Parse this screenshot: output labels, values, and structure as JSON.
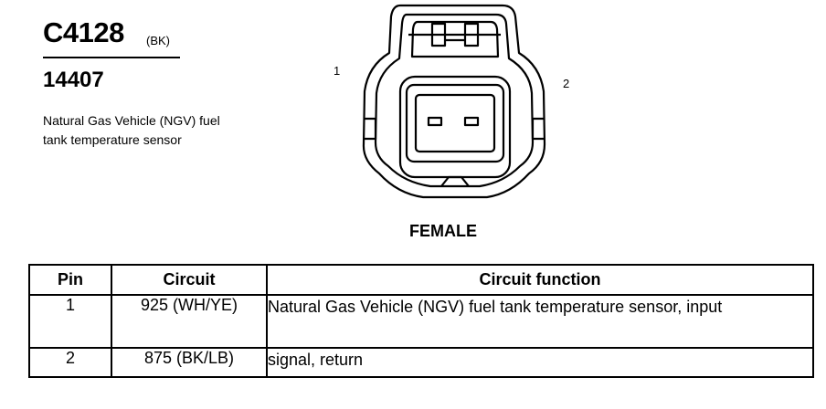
{
  "connector": {
    "code": "C4128",
    "color": "(BK)",
    "part_number": "14407",
    "description": "Natural Gas Vehicle (NGV) fuel tank temperature sensor",
    "gender": "FEMALE",
    "pin_labels": [
      "1",
      "2"
    ]
  },
  "table": {
    "headers": [
      "Pin",
      "Circuit",
      "Circuit function"
    ],
    "rows": [
      {
        "pin": "1",
        "circuit": "925 (WH/YE)",
        "function": "Natural Gas Vehicle (NGV) fuel tank temperature sensor, input"
      },
      {
        "pin": "2",
        "circuit": "875 (BK/LB)",
        "function": "signal, return"
      }
    ]
  }
}
